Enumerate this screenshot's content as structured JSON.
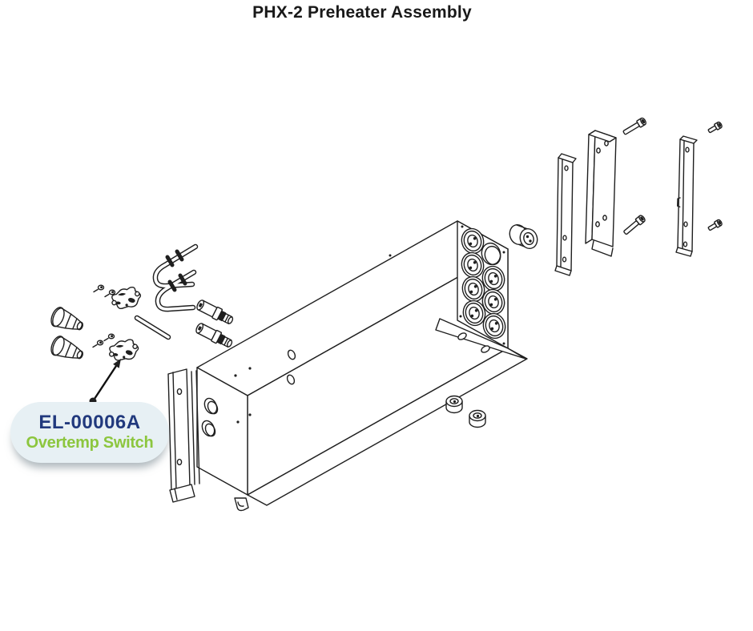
{
  "title": "PHX-2 Preheater Assembly",
  "callout": {
    "part_number": "EL-00006A",
    "part_name": "Overtemp Switch"
  },
  "colors": {
    "background": "#ffffff",
    "line_art": "#1f1f1f",
    "callout_bg": "#e7f0f4",
    "part_number_color": "#21397d",
    "part_name_color": "#8cc63e"
  }
}
